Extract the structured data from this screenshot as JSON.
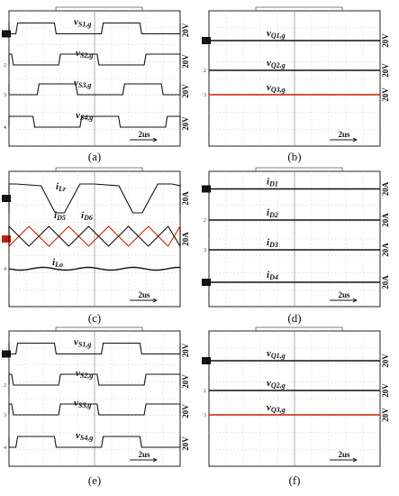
{
  "figure": {
    "panels": [
      {
        "id": "a",
        "caption": "(a)",
        "timebase": "2us",
        "channels": [
          {
            "ch": "1",
            "label": "v",
            "sub": "S1,g",
            "scale": "20V",
            "color": "#111111",
            "kind": "square",
            "phase": 0.0
          },
          {
            "ch": "2",
            "label": "v",
            "sub": "S2,g",
            "scale": "20V",
            "color": "#111111",
            "kind": "square",
            "phase": 0.5
          },
          {
            "ch": "3",
            "label": "v",
            "sub": "S3,g",
            "scale": "20V",
            "color": "#111111",
            "kind": "square",
            "phase": 0.25
          },
          {
            "ch": "4",
            "label": "v",
            "sub": "S4,g",
            "scale": "20V",
            "color": "#111111",
            "kind": "square",
            "phase": 0.75
          }
        ]
      },
      {
        "id": "b",
        "caption": "(b)",
        "timebase": "2us",
        "channels": [
          {
            "ch": "1",
            "label": "v",
            "sub": "Q1,g",
            "scale": "20V",
            "color": "#111111",
            "kind": "flat"
          },
          {
            "ch": "2",
            "label": "v",
            "sub": "Q2,g",
            "scale": "20V",
            "color": "#111111",
            "kind": "flat"
          },
          {
            "ch": "3",
            "label": "v",
            "sub": "Q3,g",
            "scale": "20V",
            "color": "#cc2200",
            "kind": "flat"
          }
        ]
      },
      {
        "id": "c",
        "caption": "(c)",
        "timebase": "2us",
        "channels": [
          {
            "ch": "1",
            "label": "i",
            "sub": "Lr",
            "scale": "20A",
            "color": "#111111",
            "kind": "trap"
          },
          {
            "ch": "2",
            "label": "i",
            "sub": "D5",
            "scale": "20A",
            "color": "#cc2200",
            "kind": "tri",
            "phase": 0.0
          },
          {
            "ch": "",
            "label": "i",
            "sub": "D6",
            "scale": "",
            "color": "#111111",
            "kind": "tri",
            "phase": 0.5
          },
          {
            "ch": "4",
            "label": "i",
            "sub": "Lo",
            "scale": "",
            "color": "#111111",
            "kind": "ripple"
          }
        ]
      },
      {
        "id": "d",
        "caption": "(d)",
        "timebase": "2us",
        "channels": [
          {
            "ch": "1",
            "label": "i",
            "sub": "D1",
            "scale": "20A",
            "color": "#111111",
            "kind": "flat"
          },
          {
            "ch": "2",
            "label": "i",
            "sub": "D2",
            "scale": "20A",
            "color": "#111111",
            "kind": "flat"
          },
          {
            "ch": "3",
            "label": "i",
            "sub": "D3",
            "scale": "20A",
            "color": "#111111",
            "kind": "flat"
          },
          {
            "ch": "4",
            "label": "i",
            "sub": "D4",
            "scale": "20A",
            "color": "#111111",
            "kind": "flat"
          }
        ]
      },
      {
        "id": "e",
        "caption": "(e)",
        "timebase": "2us",
        "channels": [
          {
            "ch": "1",
            "label": "v",
            "sub": "S1,g",
            "scale": "20V",
            "color": "#111111",
            "kind": "square",
            "phase": 0.0
          },
          {
            "ch": "2",
            "label": "v",
            "sub": "S2,g",
            "scale": "20V",
            "color": "#111111",
            "kind": "square",
            "phase": 0.5
          },
          {
            "ch": "3",
            "label": "v",
            "sub": "S3,g",
            "scale": "20V",
            "color": "#111111",
            "kind": "square",
            "phase": 0.5
          },
          {
            "ch": "4",
            "label": "v",
            "sub": "S4,g",
            "scale": "20V",
            "color": "#111111",
            "kind": "square",
            "phase": 0.0
          }
        ]
      },
      {
        "id": "f",
        "caption": "(f)",
        "timebase": "2us",
        "channels": [
          {
            "ch": "1",
            "label": "v",
            "sub": "Q1,g",
            "scale": "20V",
            "color": "#111111",
            "kind": "flat"
          },
          {
            "ch": "2",
            "label": "v",
            "sub": "Q2,g",
            "scale": "20V",
            "color": "#111111",
            "kind": "flat"
          },
          {
            "ch": "3",
            "label": "v",
            "sub": "Q3,g",
            "scale": "20V",
            "color": "#cc2200",
            "kind": "flat"
          }
        ]
      }
    ]
  },
  "chart_data": [
    {
      "type": "line",
      "panel": "(a)",
      "x_unit": "2us/div",
      "series": [
        {
          "name": "vS1,g",
          "shape": "gate square wave",
          "phase": 0.0
        },
        {
          "name": "vS2,g",
          "shape": "gate square wave",
          "phase": 0.5
        },
        {
          "name": "vS3,g",
          "shape": "gate square wave",
          "phase": 0.25
        },
        {
          "name": "vS4,g",
          "shape": "gate square wave",
          "phase": 0.75
        }
      ],
      "vertical_scale": "20V"
    },
    {
      "type": "line",
      "panel": "(b)",
      "x_unit": "2us/div",
      "series": [
        {
          "name": "vQ1,g",
          "shape": "flat (off)"
        },
        {
          "name": "vQ2,g",
          "shape": "flat (off)"
        },
        {
          "name": "vQ3,g",
          "shape": "flat (off)"
        }
      ],
      "vertical_scale": "20V"
    },
    {
      "type": "line",
      "panel": "(c)",
      "x_unit": "2us/div",
      "series": [
        {
          "name": "iLr",
          "shape": "trapezoidal"
        },
        {
          "name": "iD5",
          "shape": "triangular"
        },
        {
          "name": "iD6",
          "shape": "triangular"
        },
        {
          "name": "iLo",
          "shape": "DC with ripple"
        }
      ],
      "vertical_scale": "20A"
    },
    {
      "type": "line",
      "panel": "(d)",
      "x_unit": "2us/div",
      "series": [
        {
          "name": "iD1",
          "shape": "flat"
        },
        {
          "name": "iD2",
          "shape": "flat"
        },
        {
          "name": "iD3",
          "shape": "flat"
        },
        {
          "name": "iD4",
          "shape": "flat"
        }
      ],
      "vertical_scale": "20A"
    },
    {
      "type": "line",
      "panel": "(e)",
      "x_unit": "2us/div",
      "series": [
        {
          "name": "vS1,g",
          "shape": "gate square wave",
          "phase": 0.0
        },
        {
          "name": "vS2,g",
          "shape": "gate square wave",
          "phase": 0.5
        },
        {
          "name": "vS3,g",
          "shape": "gate square wave",
          "phase": 0.5
        },
        {
          "name": "vS4,g",
          "shape": "gate square wave",
          "phase": 0.0
        }
      ],
      "vertical_scale": "20V"
    },
    {
      "type": "line",
      "panel": "(f)",
      "x_unit": "2us/div",
      "series": [
        {
          "name": "vQ1,g",
          "shape": "flat (off)"
        },
        {
          "name": "vQ2,g",
          "shape": "flat (off)"
        },
        {
          "name": "vQ3,g",
          "shape": "flat (off)"
        }
      ],
      "vertical_scale": "20V"
    }
  ]
}
